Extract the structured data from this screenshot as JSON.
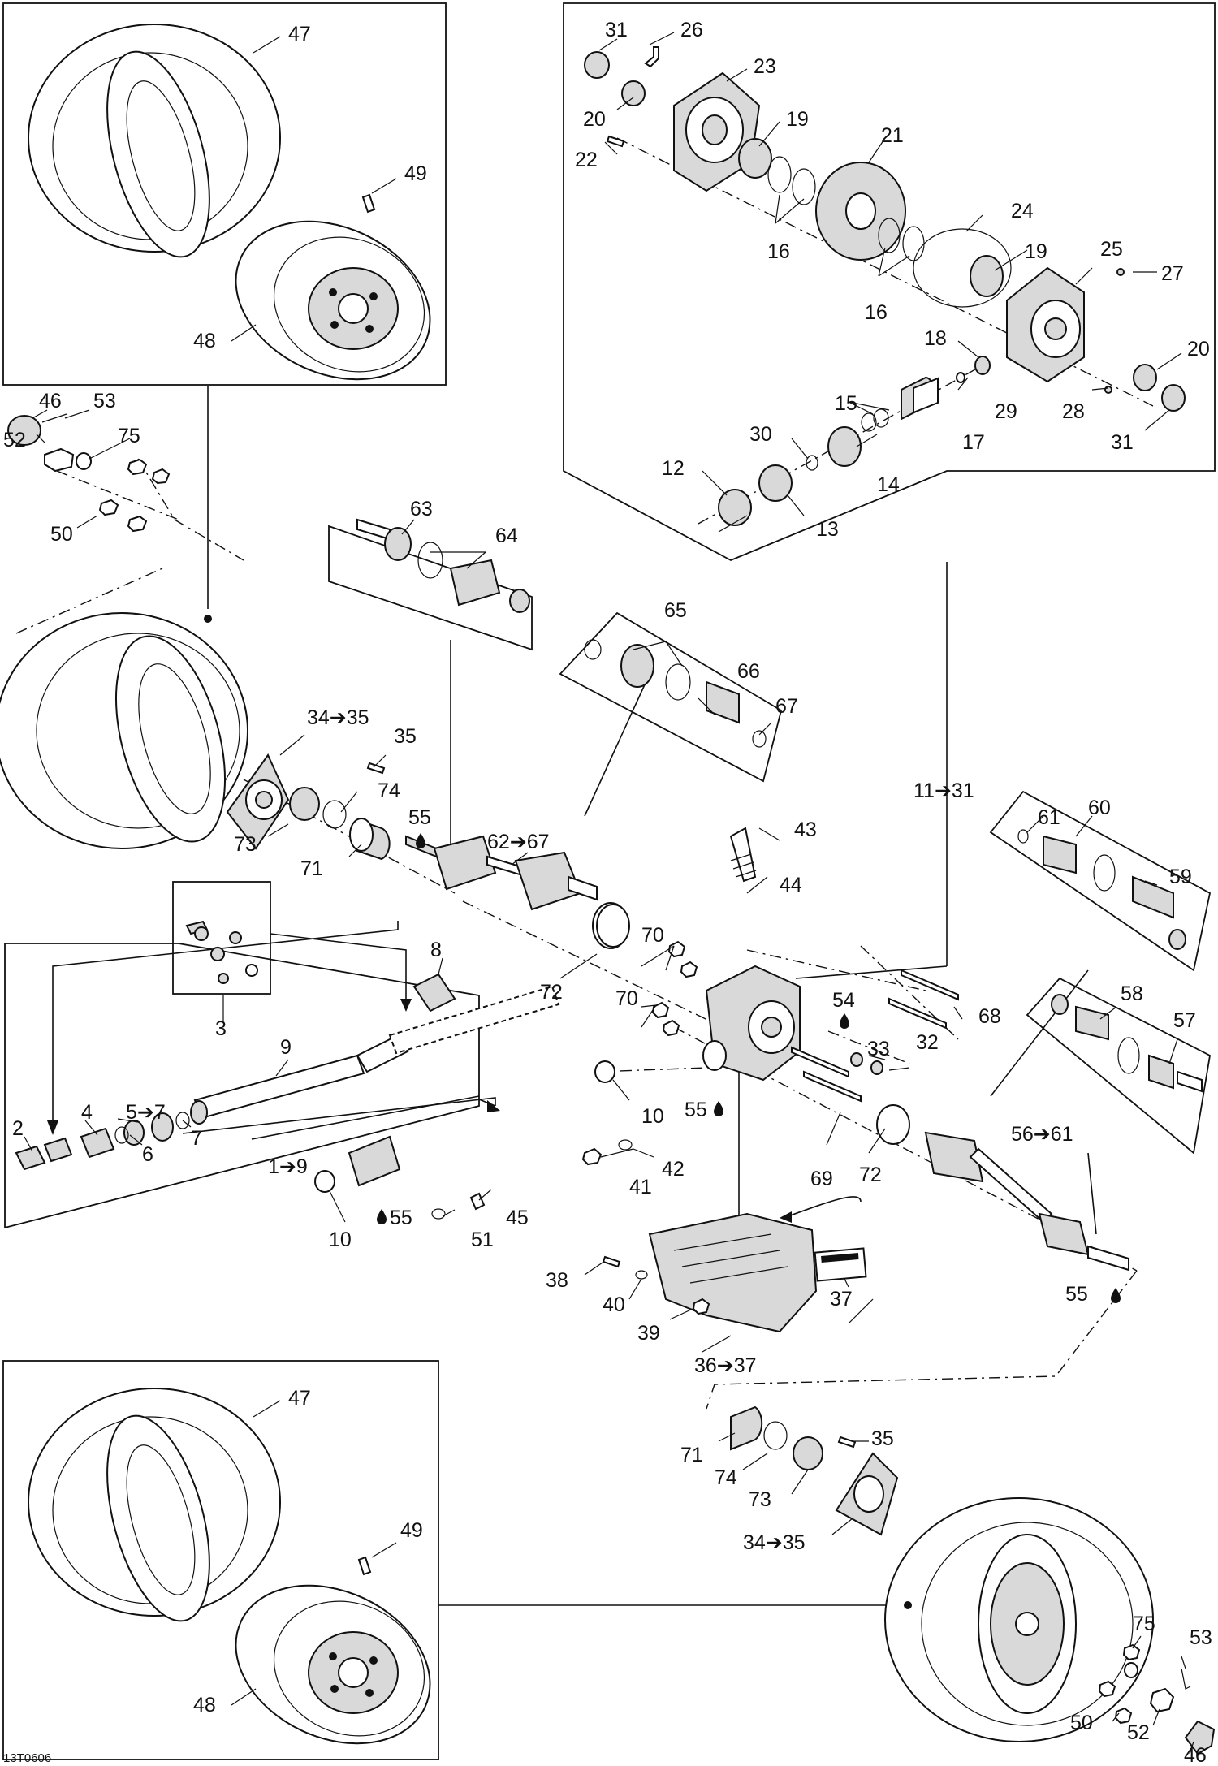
{
  "figure_id": "13T0606",
  "labels": {
    "l47a": "47",
    "l49a": "49",
    "l48a": "48",
    "l46a": "46",
    "l53a": "53",
    "l75a": "75",
    "l52a": "52",
    "l50a": "50",
    "l31a": "31",
    "l26": "26",
    "l23": "23",
    "l20a": "20",
    "l19a": "19",
    "l22": "22",
    "l21": "21",
    "l16a": "16",
    "l24": "24",
    "l16b": "16",
    "l19b": "19",
    "l25": "25",
    "l27": "27",
    "l18": "18",
    "l20b": "20",
    "l15": "15",
    "l29": "29",
    "l28": "28",
    "l30": "30",
    "l17": "17",
    "l31b": "31",
    "l12": "12",
    "l14": "14",
    "l13": "13",
    "l63": "63",
    "l64": "64",
    "l65": "65",
    "l66": "66",
    "l67": "67",
    "l34a": "34➔35",
    "l35a": "35",
    "l74a": "74",
    "l73a": "73",
    "l55a": "55",
    "l71a": "71",
    "l62": "62➔67",
    "l43": "43",
    "l44": "44",
    "l11": "11➔31",
    "l61": "61",
    "l60": "60",
    "l59": "59",
    "l70a": "70",
    "l72a": "72",
    "l70b": "70",
    "l54": "54",
    "l68": "68",
    "l33": "33",
    "l32": "32",
    "l58": "58",
    "l57": "57",
    "l3": "3",
    "l8": "8",
    "l9": "9",
    "l5": "5➔7",
    "l4": "4",
    "l2": "2",
    "l6": "6",
    "l7": "7",
    "l1": "1➔9",
    "l10a": "10",
    "l55b": "55",
    "l69": "69",
    "l72b": "72",
    "l56": "56➔61",
    "l41": "41",
    "l42": "42",
    "l10b": "10",
    "l55c": "55",
    "l51": "51",
    "l45": "45",
    "l38": "38",
    "l40": "40",
    "l39": "39",
    "l37": "37",
    "l36": "36➔37",
    "l55d": "55",
    "l71b": "71",
    "l35b": "35",
    "l74b": "74",
    "l73b": "73",
    "l34b": "34➔35",
    "l47b": "47",
    "l49b": "49",
    "l48b": "48",
    "l75b": "75",
    "l53b": "53",
    "l50b": "50",
    "l52b": "52",
    "l46b": "46"
  }
}
